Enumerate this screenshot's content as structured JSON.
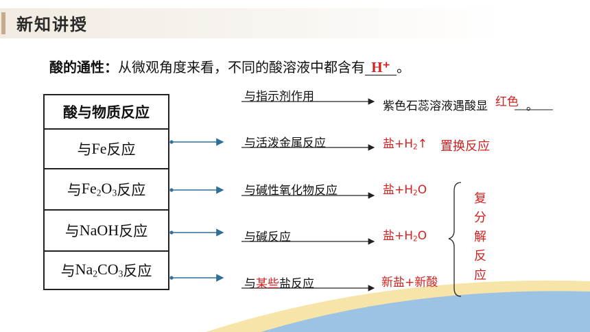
{
  "header": {
    "title": "新知讲授"
  },
  "statement": {
    "label": "酸的通性：",
    "text": "从微观角度来看，不同的酸溶液中都含有",
    "blank": "H⁺",
    "end": "。"
  },
  "table": {
    "header": "酸与物质反应",
    "rows": [
      {
        "pre": "与",
        "formula": "Fe",
        "post": "反应"
      },
      {
        "pre": "与",
        "formula_parts": [
          "Fe",
          "2",
          "O",
          "3"
        ],
        "post": "反应"
      },
      {
        "pre": "与",
        "formula": "NaOH",
        "post": "反应"
      },
      {
        "pre": "与",
        "formula_parts": [
          "Na",
          "2",
          "CO",
          "3"
        ],
        "post": "反应"
      }
    ]
  },
  "reactions": {
    "indicator": {
      "label": "与指示剂作用",
      "result_pre": "紫色石蕊溶液遇酸显",
      "result_blank": "红色",
      "result_end": "。"
    },
    "metal": {
      "label": "与活泼金属反应",
      "product_a": "盐+H",
      "product_sub": "2",
      "product_arrow": "↑",
      "type": "置换反应"
    },
    "oxide": {
      "label": "与碱性氧化物反应",
      "product_a": "盐+H",
      "product_sub": "2",
      "product_b": "O"
    },
    "base": {
      "label": "与碱反应",
      "product_a": "盐+H",
      "product_sub": "2",
      "product_b": "O"
    },
    "salt": {
      "label_pre": "与",
      "label_red": "某些",
      "label_post": "盐反应",
      "product": "新盐+新酸"
    },
    "group_type": [
      "复",
      "分",
      "解",
      "反",
      "应"
    ]
  },
  "colors": {
    "accent_red": "#d21f1f",
    "arrow_blue": "#2e6f97",
    "header_bar": "#c4ad8b"
  }
}
